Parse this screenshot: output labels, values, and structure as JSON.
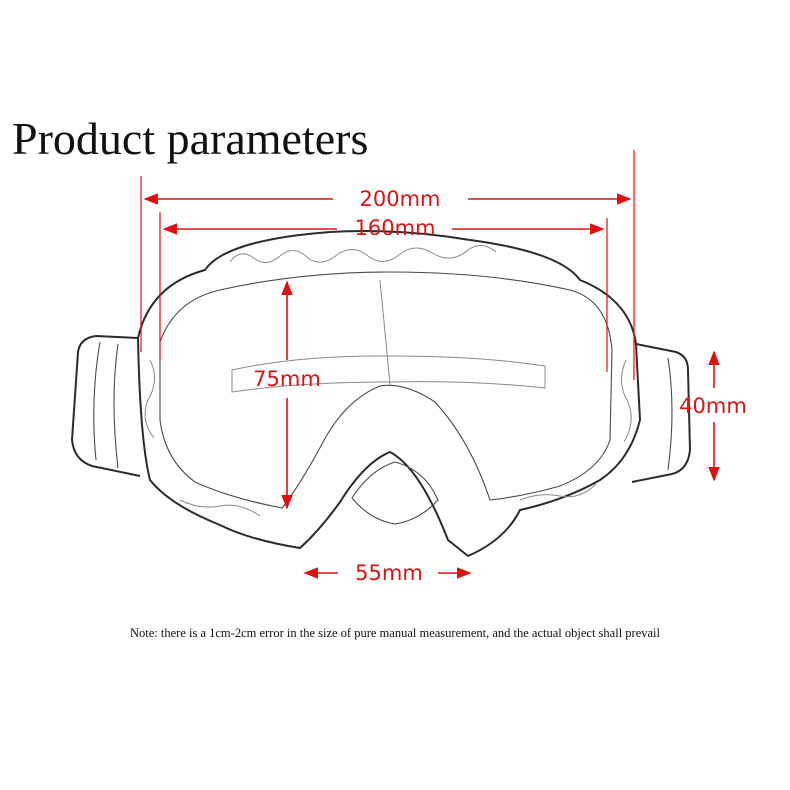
{
  "title": "Product parameters",
  "dimensions": {
    "overall_width": "200mm",
    "frame_width": "160mm",
    "lens_height": "75mm",
    "strap_width": "40mm",
    "nose_width": "55mm"
  },
  "note": "Note: there is a 1cm-2cm error in the size of pure manual measurement, and the actual object shall prevail",
  "colors": {
    "dimension": "#e01010",
    "outline": "#2b2b2b",
    "text": "#111111"
  }
}
